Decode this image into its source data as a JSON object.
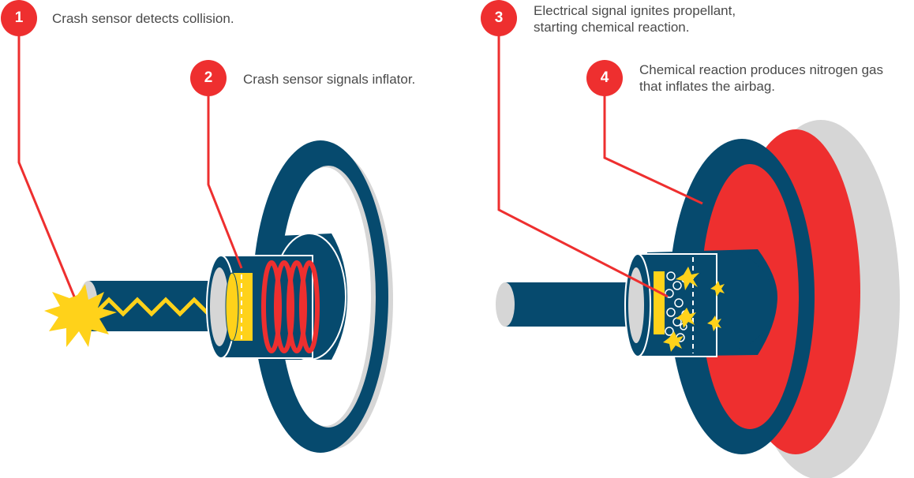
{
  "steps": [
    {
      "number": "1",
      "lines": [
        "Crash sensor detects collision."
      ]
    },
    {
      "number": "2",
      "lines": [
        "Crash sensor signals inflator."
      ]
    },
    {
      "number": "3",
      "lines": [
        "Electrical signal ignites propellant,",
        "starting chemical reaction."
      ]
    },
    {
      "number": "4",
      "lines": [
        "Chemical reaction produces nitrogen gas",
        "that inflates the airbag."
      ]
    }
  ],
  "colors": {
    "navy": "#064a6e",
    "red": "#ee2f2f",
    "yellow": "#ffd21a",
    "shadow_gray": "#d6d6d6",
    "text_gray": "#4a4a4a",
    "white": "#ffffff"
  }
}
